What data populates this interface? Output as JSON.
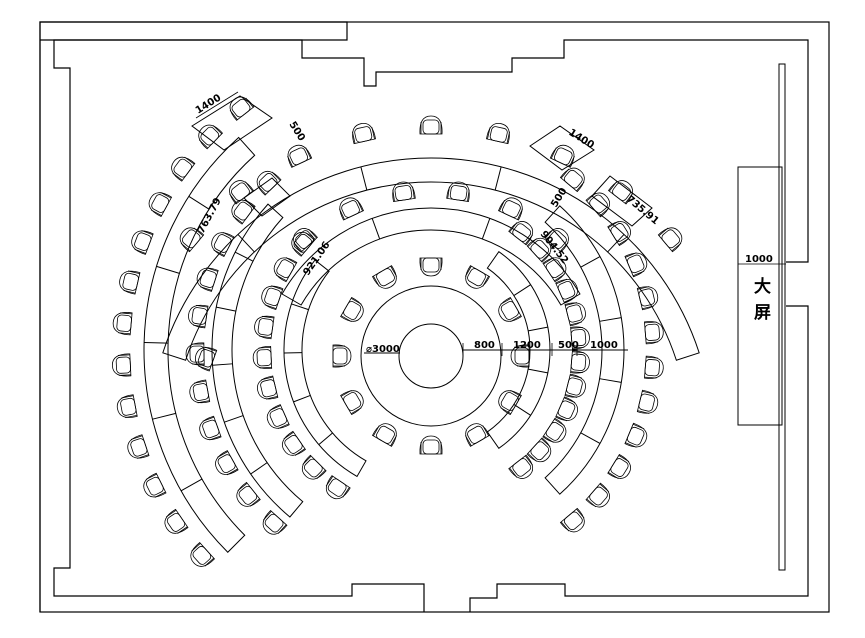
{
  "screen_label_line1": "大",
  "screen_label_line2": "屏",
  "dimensions": {
    "d1400_left": "1400",
    "d500_left": "500",
    "d1400_right": "1400",
    "d500_right": "500",
    "d763": "763.79",
    "d735": "735.91",
    "d921": "921.06",
    "d904": "904.52",
    "d_phi3000": "⌀3000",
    "d800": "800",
    "d1200": "1200",
    "d500_mid": "500",
    "d1000_mid": "1000",
    "d1000_screen": "1000"
  }
}
